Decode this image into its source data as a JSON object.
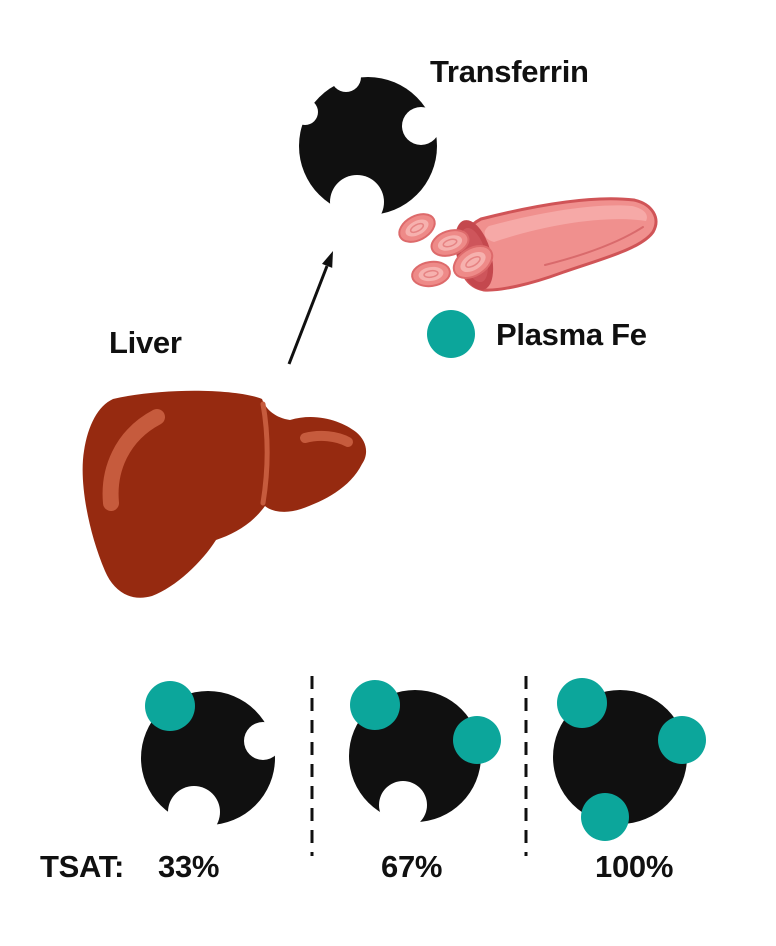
{
  "labels": {
    "transferrin": "Transferrin",
    "liver": "Liver",
    "plasma_fe": "Plasma Fe"
  },
  "tsat": {
    "prefix": "TSAT:",
    "values": [
      "33%",
      "67%",
      "100%"
    ]
  },
  "icons": {
    "transferrin_molecule": "black-notched-circle",
    "plasma_fe_dot": "teal-filled-circle",
    "liver": "two-lobed-liver-silhouette",
    "blood_vessel": "cut-blood-vessel-with-red-blood-cells",
    "arrow": "liver-to-transferrin-arrow",
    "separator": "vertical-dashed-line"
  },
  "colors": {
    "background": "#ffffff",
    "ink": "#101010",
    "teal": "#0ca69b",
    "liver_base": "#962a10",
    "liver_highlight": "#c65b3d",
    "vessel_body": "#f0908e",
    "vessel_highlight": "#f6a9a7",
    "vessel_outline": "#d05457",
    "vessel_line": "#d96a6c",
    "vessel_opening": "#c4484e",
    "vessel_opening_inner": "#ce555b",
    "rbc_fill": "#ee8a88",
    "rbc_inner": "#f6b1ae",
    "rbc_outline": "#dd6a6b"
  }
}
